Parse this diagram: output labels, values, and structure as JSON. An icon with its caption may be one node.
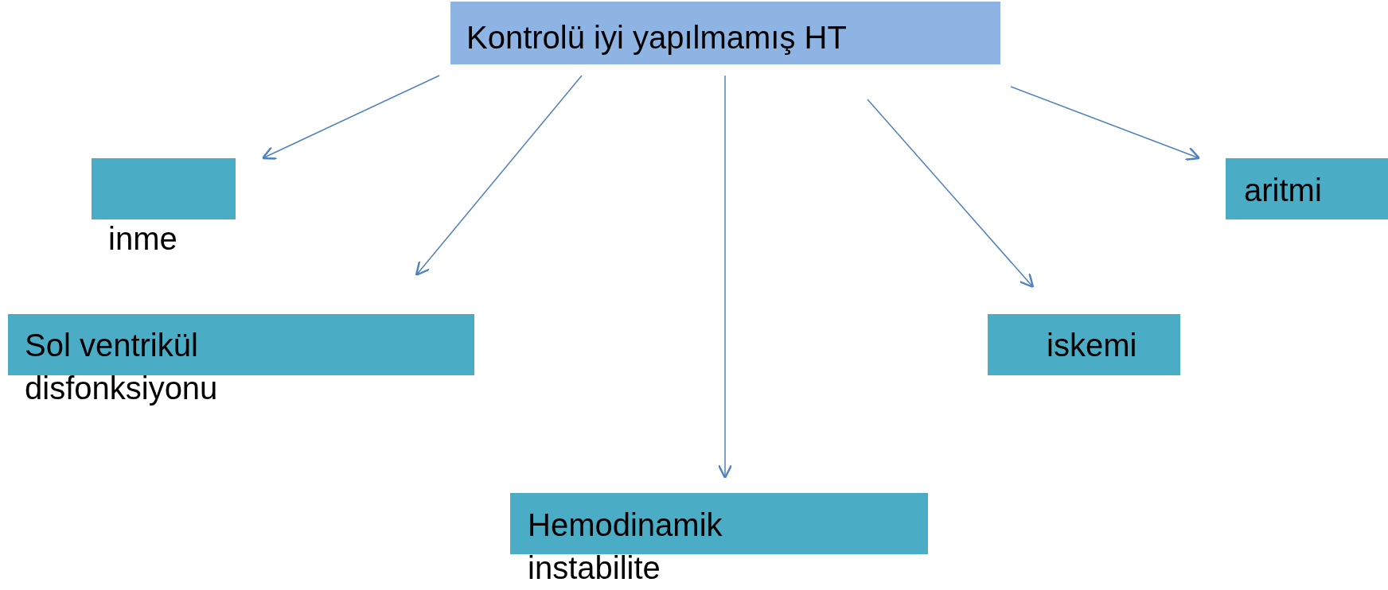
{
  "diagram": {
    "nodes": [
      {
        "text": [
          "Kontrolü iyi yapılmamış HT"
        ]
      },
      {
        "text": [
          "inme"
        ]
      },
      {
        "text": [
          "aritmi"
        ]
      },
      {
        "text": [
          "Sol ventrikül disfonksiyonu"
        ]
      },
      {
        "text": [
          "iskemi"
        ]
      },
      {
        "text": [
          "Hemodinamik instabilite"
        ]
      }
    ],
    "edges": [
      {
        "from": 0,
        "to": 1,
        "arrow": "to"
      },
      {
        "from": 0,
        "to": 3,
        "arrow": "to"
      },
      {
        "from": 0,
        "to": 5,
        "arrow": "to"
      },
      {
        "from": 0,
        "to": 4,
        "arrow": "to"
      },
      {
        "from": 0,
        "to": 2,
        "arrow": "to"
      }
    ]
  }
}
